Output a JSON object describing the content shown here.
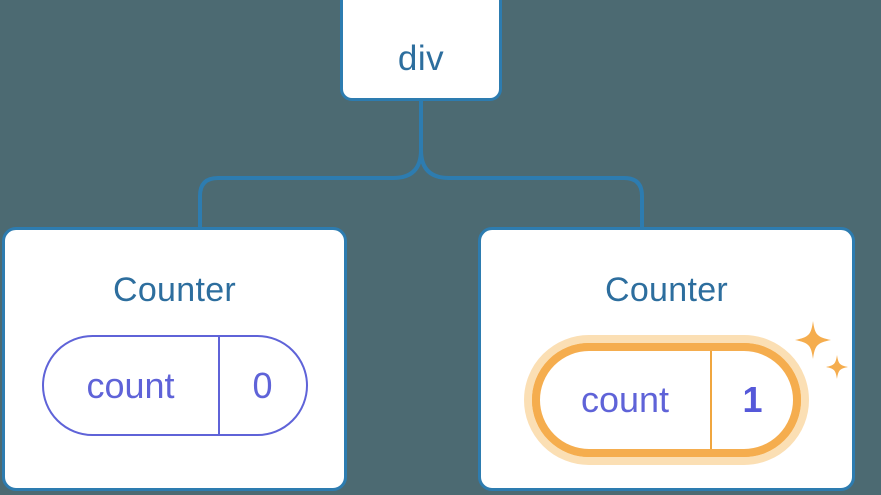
{
  "diagram": {
    "type": "component-tree",
    "background_color": "#4c6a72",
    "connector_color": "#2d7cb0",
    "root": {
      "label": "div",
      "text_color": "#2d6e9e",
      "card_background": "#ffffff",
      "card_border_color": "#2d7cb0"
    },
    "children": [
      {
        "title": "Counter",
        "title_color": "#2d6e9e",
        "state": {
          "key": "count",
          "value": "0",
          "highlighted": false,
          "accent_color": "#5f63d8"
        }
      },
      {
        "title": "Counter",
        "title_color": "#2d6e9e",
        "state": {
          "key": "count",
          "value": "1",
          "highlighted": true,
          "accent_color": "#5558d9",
          "highlight_ring_color": "#f5ad4e",
          "highlight_glow_color": "#fbdfb4",
          "sparkle_color": "#f5ad4e",
          "sparkle_count": 2
        }
      }
    ]
  }
}
